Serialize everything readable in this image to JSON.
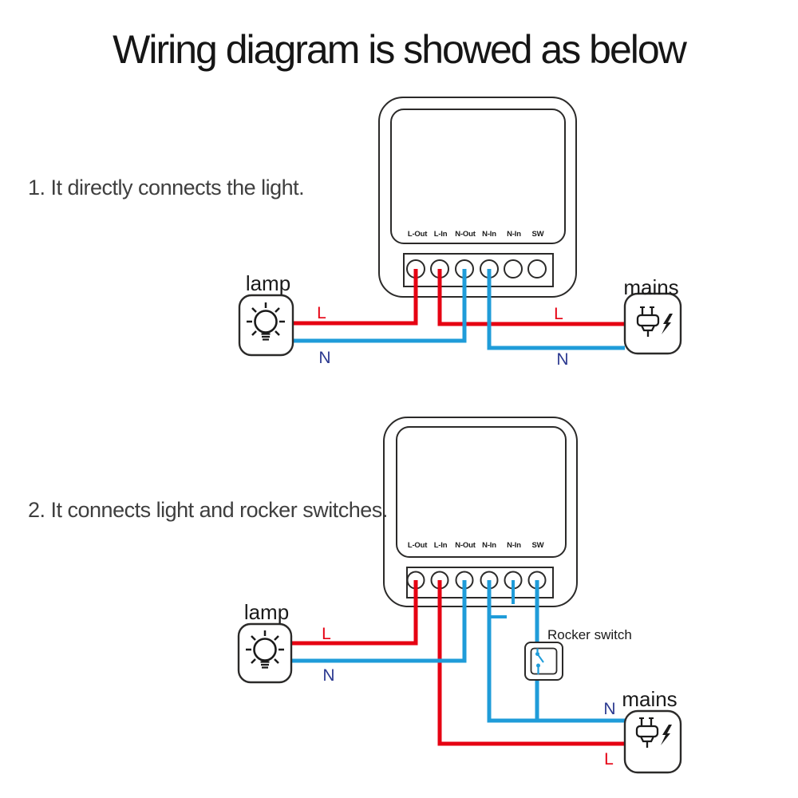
{
  "page": {
    "title": "Wiring diagram is showed as below"
  },
  "colors": {
    "live": "#e60012",
    "neutral": "#1f9cd9",
    "neutral_label": "#2b3990",
    "outline": "#2b2a29",
    "text_dark": "#1a1a1a",
    "text_body": "#3f3f3f"
  },
  "device": {
    "terminals": [
      "L-Out",
      "L-In",
      "N-Out",
      "N-In",
      "N-In",
      "SW"
    ]
  },
  "sections": [
    {
      "caption": "1. It directly connects the light.",
      "lamp_label": "lamp",
      "mains_label": "mains",
      "l_label": "L",
      "n_label": "N"
    },
    {
      "caption": "2. It connects light and rocker switches.",
      "lamp_label": "lamp",
      "mains_label": "mains",
      "rocker_label": "Rocker switch",
      "l_label": "L",
      "n_label": "N"
    }
  ]
}
